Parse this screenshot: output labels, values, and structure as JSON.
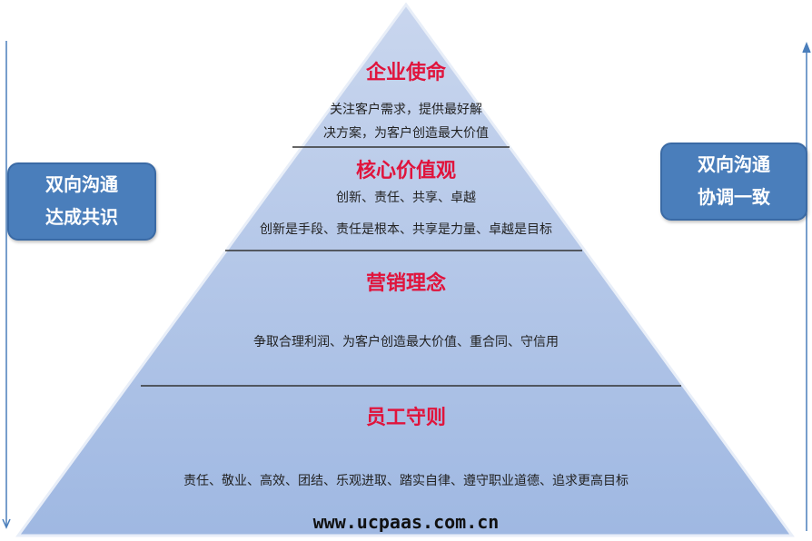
{
  "pyramid": [
    {
      "title": "企业使命",
      "lines": [
        "关注客户需求，提供最好解",
        "决方案，为客户创造最大价值"
      ]
    },
    {
      "title": "核心价值观",
      "lines": [
        "创新、责任、共享、卓越",
        "创新是手段、责任是根本、共享是力量、卓越是目标"
      ]
    },
    {
      "title": "营销理念",
      "lines": [
        "争取合理利润、为客户创造最大价值、重合同、守信用"
      ]
    },
    {
      "title": "员工守则",
      "lines": [
        "责任、敬业、高效、团结、乐观进取、踏实自律、遵守职业道德、追求更高目标"
      ]
    }
  ],
  "left_box": {
    "lines": [
      "双向沟通",
      "达成共识"
    ]
  },
  "right_box": {
    "lines": [
      "双向沟通",
      "协调一致"
    ]
  },
  "watermark": "www.ucpaas.com.cn",
  "colors": {
    "title": "#e0143c",
    "box": "#4a7ebb",
    "pyramid": "#b4c6e7"
  }
}
